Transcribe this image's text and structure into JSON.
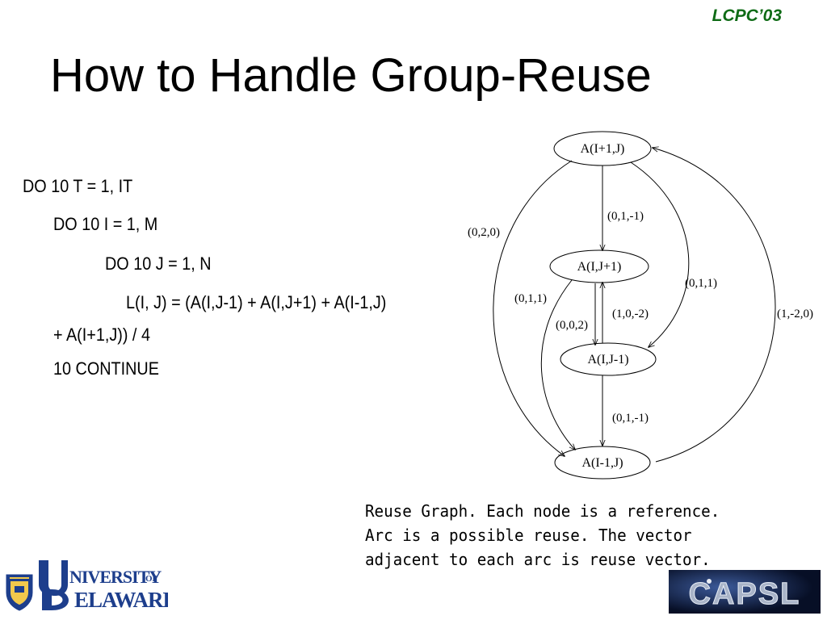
{
  "slide": {
    "conference": "LCPC’03",
    "title": "How to Handle Group-Reuse"
  },
  "code": {
    "lines": [
      "DO 10  T = 1, IT",
      "DO 10 I = 1, M",
      "DO 10 J = 1, N",
      "L(I, J) = (A(I,J-1) + A(I,J+1) + A(I-1,J)",
      "+ A(I+1,J)) / 4",
      "10  CONTINUE"
    ]
  },
  "graph": {
    "nodes": [
      "A(I+1,J)",
      "A(I,J+1)",
      "A(I,J-1)",
      "A(I-1,J)"
    ],
    "edge_labels": [
      "(0,1,-1)",
      "(0,2,0)",
      "(0,1,1)",
      "(0,1,1)",
      "(1,0,-2)",
      "(0,0,2)",
      "(1,-2,0)",
      "(0,1,-1)"
    ]
  },
  "caption": {
    "lines": [
      "Reuse Graph. Each node is a reference.",
      "Arc is a possible reuse. The vector",
      "adjacent to each arc is reuse vector."
    ]
  },
  "logos": {
    "university_name": "UNIVERSITY OF DELAWARE",
    "lab_name": "CAPSL"
  },
  "colors": {
    "conference": "#0f6b16",
    "ud_blue": "#1d3e8c",
    "ud_gold": "#f2c94c",
    "capsl_bg": "#0b1a3a",
    "capsl_text": "#a9b4c8"
  }
}
